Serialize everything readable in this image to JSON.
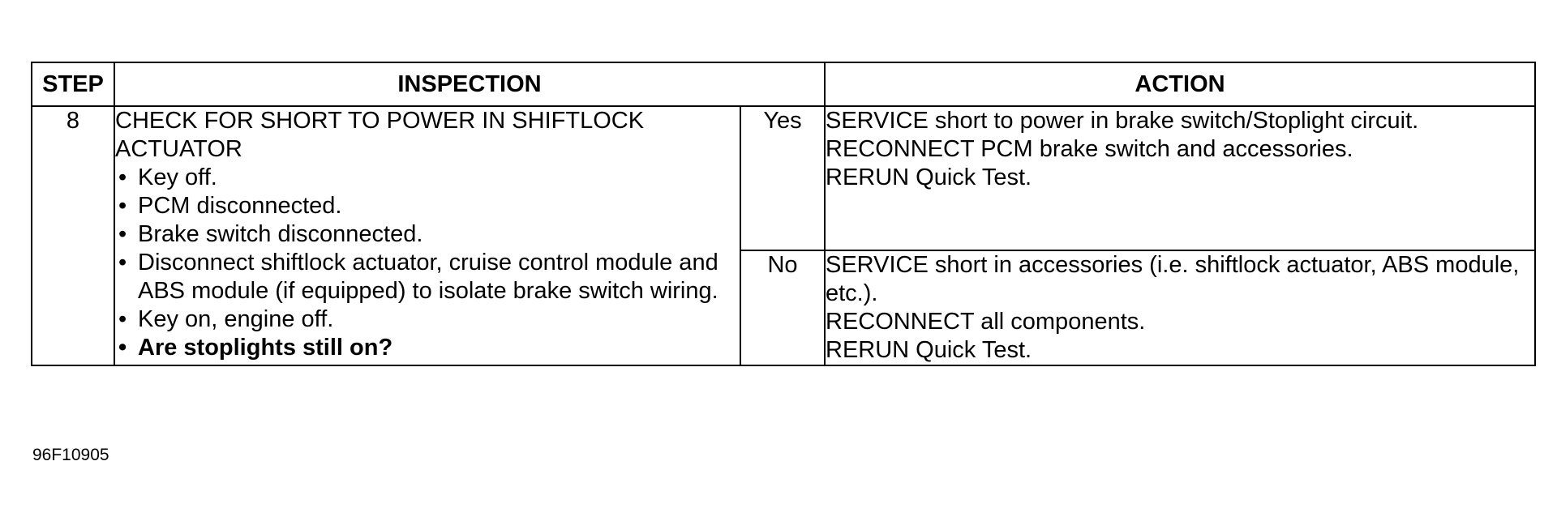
{
  "table": {
    "headers": {
      "step": "STEP",
      "inspection": "INSPECTION",
      "action": "ACTION"
    },
    "row": {
      "step": "8",
      "inspection_title": "CHECK FOR SHORT TO POWER IN SHIFTLOCK ACTUATOR",
      "inspection_items": [
        "Key off.",
        "PCM disconnected.",
        "Brake switch disconnected.",
        "Disconnect shiftlock actuator, cruise control module and ABS module (if equipped) to isolate brake switch wiring.",
        "Key on, engine off.",
        "Are stoplights still on?"
      ],
      "bullet": "•",
      "outcomes": [
        {
          "answer": "Yes",
          "actions": [
            "SERVICE short to power in brake switch/Stoplight circuit.",
            "RECONNECT PCM brake switch and accessories.",
            "RERUN Quick Test."
          ]
        },
        {
          "answer": "No",
          "actions": [
            "SERVICE short in accessories (i.e. shiftlock actuator, ABS module, etc.).",
            "RECONNECT all components.",
            "RERUN Quick Test."
          ]
        }
      ]
    }
  },
  "figure_id": "96F10905"
}
